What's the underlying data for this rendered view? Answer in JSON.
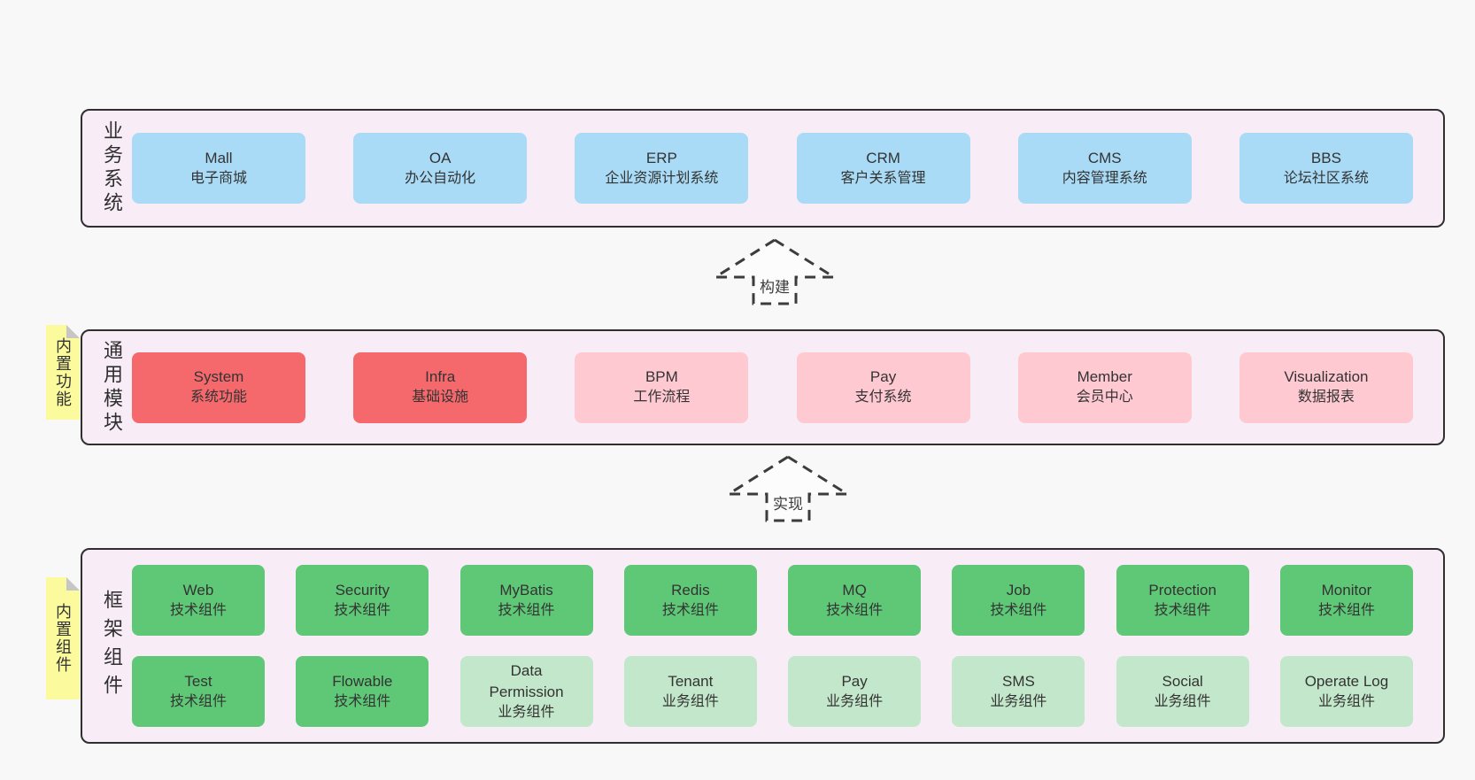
{
  "palette": {
    "page_bg": "#f8f8f8",
    "band_bg": "#f8edf7",
    "band_border": "#2f2f2f",
    "blue_box": "#a9dbf6",
    "red_box": "#f5696d",
    "pink_box": "#ffc9d2",
    "green_box": "#5fc877",
    "light_green_box": "#c3e7ca",
    "note_bg": "#fbfa9d",
    "text": "#333333"
  },
  "arrows": [
    {
      "label": "构建"
    },
    {
      "label": "实现"
    }
  ],
  "bands": [
    {
      "id": "business-systems",
      "label": "业务系统",
      "rows": [
        [
          {
            "title": "Mall",
            "subtitle": "电子商城"
          },
          {
            "title": "OA",
            "subtitle": "办公自动化"
          },
          {
            "title": "ERP",
            "subtitle": "企业资源计划系统"
          },
          {
            "title": "CRM",
            "subtitle": "客户关系管理"
          },
          {
            "title": "CMS",
            "subtitle": "内容管理系统"
          },
          {
            "title": "BBS",
            "subtitle": "论坛社区系统"
          }
        ]
      ]
    },
    {
      "id": "common-modules",
      "label": "通用模块",
      "note": "内置功能",
      "rows": [
        [
          {
            "title": "System",
            "subtitle": "系统功能"
          },
          {
            "title": "Infra",
            "subtitle": "基础设施"
          },
          {
            "title": "BPM",
            "subtitle": "工作流程"
          },
          {
            "title": "Pay",
            "subtitle": "支付系统"
          },
          {
            "title": "Member",
            "subtitle": "会员中心"
          },
          {
            "title": "Visualization",
            "subtitle": "数据报表"
          }
        ]
      ]
    },
    {
      "id": "framework-components",
      "label": "框架组件",
      "note": "内置组件",
      "rows": [
        [
          {
            "title": "Web",
            "subtitle": "技术组件"
          },
          {
            "title": "Security",
            "subtitle": "技术组件"
          },
          {
            "title": "MyBatis",
            "subtitle": "技术组件"
          },
          {
            "title": "Redis",
            "subtitle": "技术组件"
          },
          {
            "title": "MQ",
            "subtitle": "技术组件"
          },
          {
            "title": "Job",
            "subtitle": "技术组件"
          },
          {
            "title": "Protection",
            "subtitle": "技术组件"
          },
          {
            "title": "Monitor",
            "subtitle": "技术组件"
          }
        ],
        [
          {
            "title": "Test",
            "subtitle": "技术组件"
          },
          {
            "title": "Flowable",
            "subtitle": "技术组件"
          },
          {
            "title": "Data Permission",
            "subtitle": "业务组件"
          },
          {
            "title": "Tenant",
            "subtitle": "业务组件"
          },
          {
            "title": "Pay",
            "subtitle": "业务组件"
          },
          {
            "title": "SMS",
            "subtitle": "业务组件"
          },
          {
            "title": "Social",
            "subtitle": "业务组件"
          },
          {
            "title": "Operate Log",
            "subtitle": "业务组件"
          }
        ]
      ]
    }
  ]
}
